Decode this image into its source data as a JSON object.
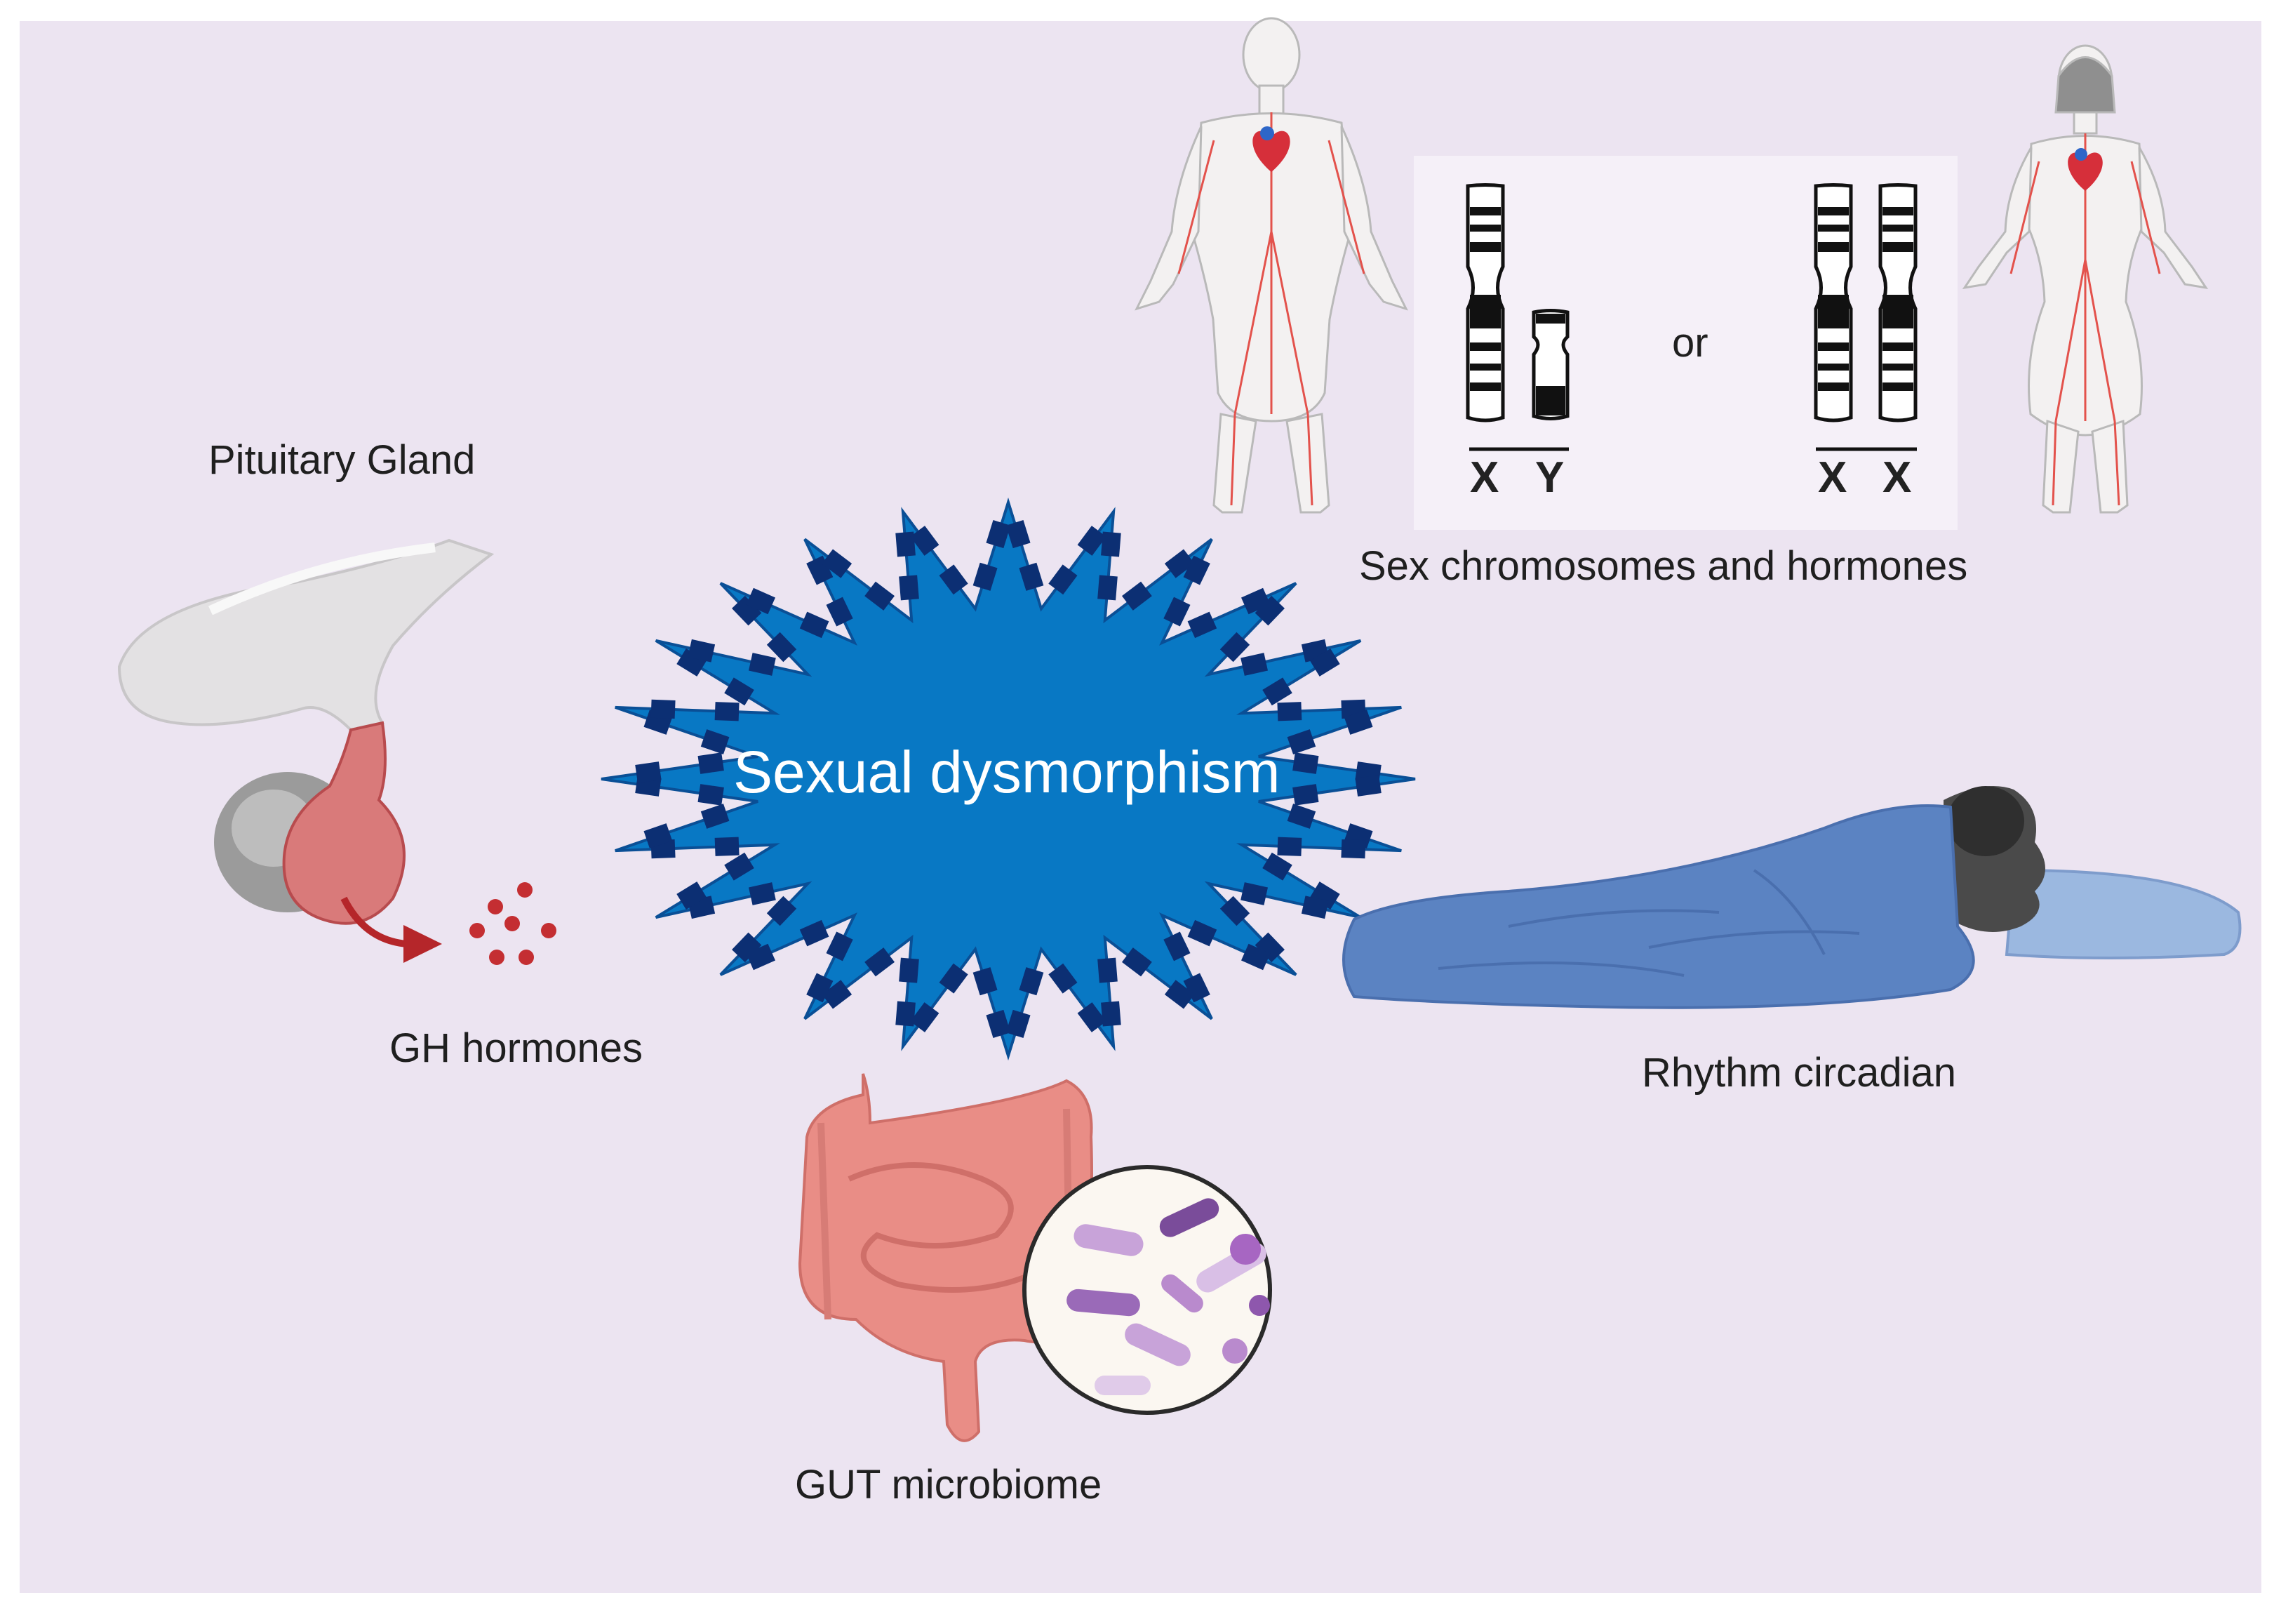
{
  "center": {
    "text": "Sexual dysmorphism"
  },
  "labels": {
    "pituitary": "Pituitary Gland",
    "gh": "GH hormones",
    "gut": "GUT microbiome",
    "circadian": "Rhythm circadian",
    "sex": "Sex chromosomes and hormones"
  },
  "chromosomes": {
    "male_left": "X",
    "male_right": "Y",
    "or": "or",
    "female_left": "X",
    "female_right": "X"
  },
  "colors": {
    "background": "#ece4f1",
    "starburst_fill": "#0878c4",
    "starburst_squares": "#0c2f73",
    "blanket": "#5b83c2",
    "pituitary": "#d97a7a",
    "hormone_dots": "#c42e32",
    "intestine": "#e98d86"
  }
}
